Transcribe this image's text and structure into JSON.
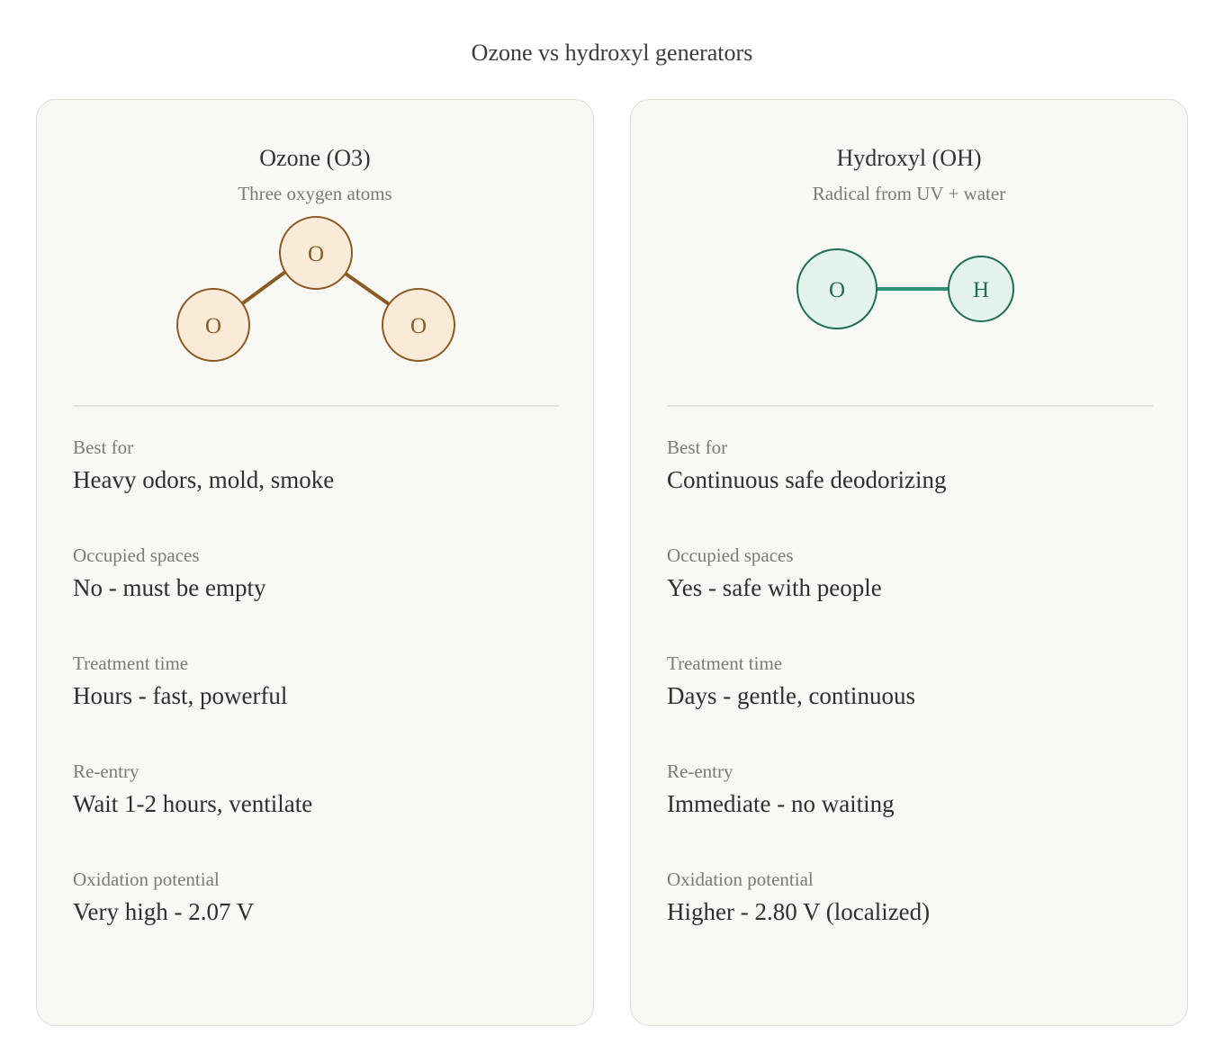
{
  "title": "Ozone vs hydroxyl generators",
  "colors": {
    "ozone_stroke": "#8b5a22",
    "ozone_fill": "#faebd9",
    "hydroxyl_stroke": "#1f6e56",
    "hydroxyl_bond": "#2f8f74",
    "hydroxyl_fill": "#e4f3ec"
  },
  "cards": [
    {
      "title": "Ozone (O3)",
      "subtitle": "Three oxygen atoms",
      "atoms": [
        "O",
        "O",
        "O"
      ],
      "rows": [
        {
          "label": "Best for",
          "value": "Heavy odors, mold, smoke"
        },
        {
          "label": "Occupied spaces",
          "value": "No - must be empty"
        },
        {
          "label": "Treatment time",
          "value": "Hours - fast, powerful"
        },
        {
          "label": "Re-entry",
          "value": "Wait 1-2 hours, ventilate"
        },
        {
          "label": "Oxidation potential",
          "value": "Very high - 2.07 V"
        }
      ]
    },
    {
      "title": "Hydroxyl (OH)",
      "subtitle": "Radical from UV + water",
      "atoms": [
        "O",
        "H"
      ],
      "rows": [
        {
          "label": "Best for",
          "value": "Continuous safe deodorizing"
        },
        {
          "label": "Occupied spaces",
          "value": "Yes - safe with people"
        },
        {
          "label": "Treatment time",
          "value": "Days - gentle, continuous"
        },
        {
          "label": "Re-entry",
          "value": "Immediate - no waiting"
        },
        {
          "label": "Oxidation potential",
          "value": "Higher - 2.80 V (localized)"
        }
      ]
    }
  ]
}
